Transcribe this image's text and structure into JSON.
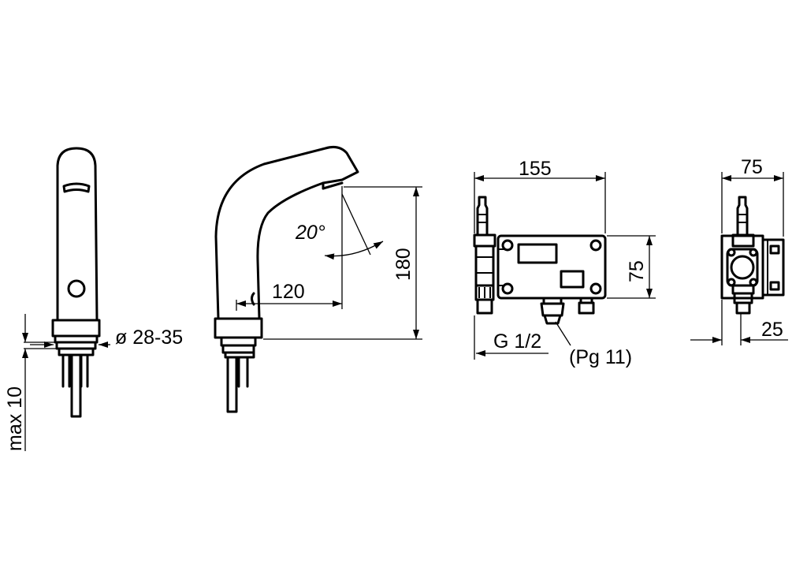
{
  "dimensions": {
    "diameter": "ø 28-35",
    "max_thickness": "max 10",
    "spout_reach": "120",
    "spout_angle": "20°",
    "total_height": "180",
    "box_width": "155",
    "box_height": "75",
    "box_depth": "75",
    "side_offset": "25",
    "thread": "G 1/2",
    "gland": "(Pg 11)"
  }
}
